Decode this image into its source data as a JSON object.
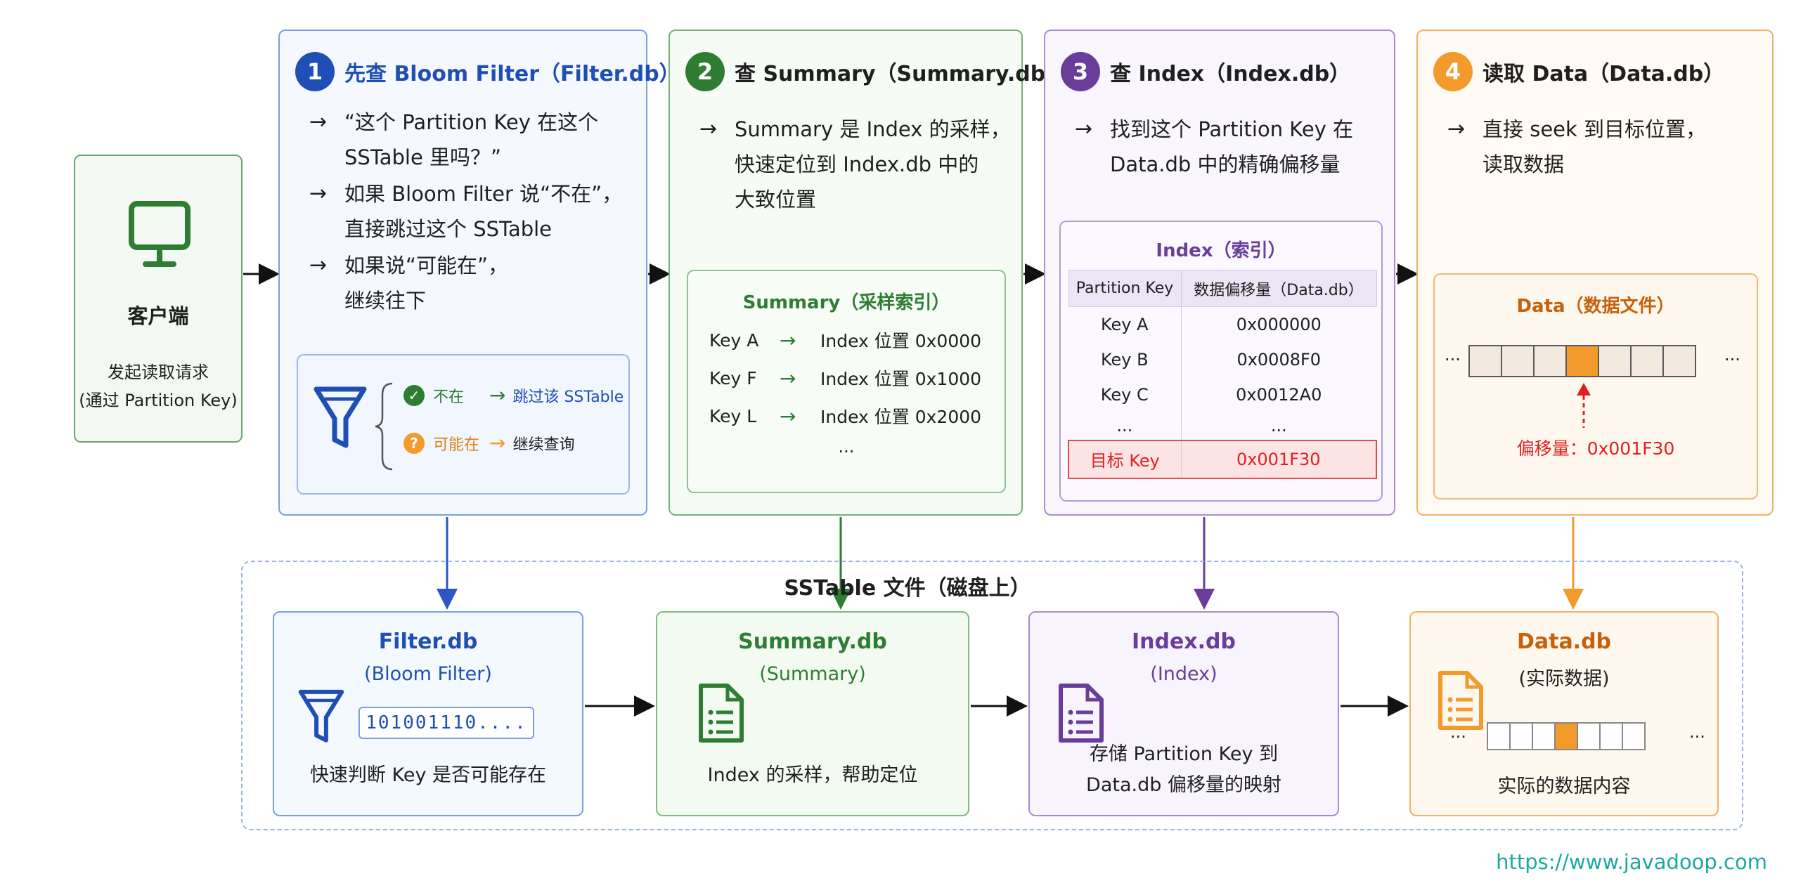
{
  "client": {
    "title": "客户端",
    "sub1": "发起读取请求",
    "sub2": "(通过 Partition Key)"
  },
  "steps": [
    {
      "num": "1",
      "title": "先查 Bloom Filter（Filter.db）",
      "bullets": [
        "“这个 Partition Key 在这个\nSSTable 里吗？”",
        "如果 Bloom Filter 说“不在”，\n直接跳过这个 SSTable",
        "如果说“可能在”，\n继续往下"
      ],
      "filter": {
        "no_label": "不在",
        "no_action": "跳过该 SSTable",
        "maybe_label": "可能在",
        "maybe_action": "继续查询"
      }
    },
    {
      "num": "2",
      "title": "查 Summary（Summary.db）",
      "bullets": [
        "Summary 是 Index 的采样，\n快速定位到 Index.db 中的\n大致位置"
      ],
      "summary": {
        "title": "Summary（采样索引）",
        "rows": [
          {
            "key": "Key A",
            "value": "Index 位置 0x0000"
          },
          {
            "key": "Key F",
            "value": "Index 位置 0x1000"
          },
          {
            "key": "Key L",
            "value": "Index 位置 0x2000"
          }
        ],
        "more": "..."
      }
    },
    {
      "num": "3",
      "title": "查 Index（Index.db）",
      "bullets": [
        "找到这个 Partition Key 在\nData.db 中的精确偏移量"
      ],
      "index": {
        "title": "Index（索引）",
        "headers": [
          "Partition Key",
          "数据偏移量（Data.db）"
        ],
        "rows": [
          [
            "Key A",
            "0x000000"
          ],
          [
            "Key B",
            "0x0008F0"
          ],
          [
            "Key C",
            "0x0012A0"
          ],
          [
            "...",
            "..."
          ]
        ],
        "target": [
          "目标 Key",
          "0x001F30"
        ]
      }
    },
    {
      "num": "4",
      "title": "读取 Data（Data.db）",
      "bullets": [
        "直接 seek 到目标位置，\n读取数据"
      ],
      "data": {
        "title": "Data（数据文件）",
        "ellipsis": "...",
        "offset_label": "偏移量：0x001F30"
      }
    }
  ],
  "sstable": {
    "label": "SSTable 文件（磁盘上）",
    "files": [
      {
        "name": "Filter.db",
        "sub": "(Bloom Filter)",
        "bits": "101001110....",
        "desc": "快速判断 Key 是否可能存在"
      },
      {
        "name": "Summary.db",
        "sub": "(Summary)",
        "desc": "Index 的采样，帮助定位"
      },
      {
        "name": "Index.db",
        "sub": "(Index)",
        "desc": "存储 Partition Key 到\nData.db 偏移量的映射"
      },
      {
        "name": "Data.db",
        "sub": "(实际数据)",
        "desc": "实际的数据内容",
        "ellipsis": "..."
      }
    ]
  },
  "watermark": "https://www.javadoop.com",
  "colors": {
    "blue": "#1f4fb4",
    "green": "#2e7d32",
    "purple": "#6a3d9a",
    "orange": "#f39a2d",
    "red": "#e01f1f"
  }
}
